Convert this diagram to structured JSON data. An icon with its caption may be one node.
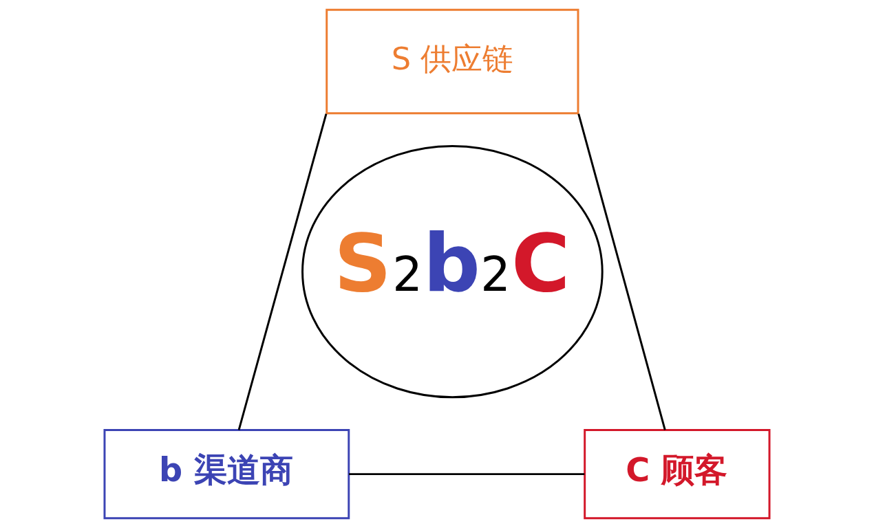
{
  "diagram": {
    "nodes": [
      {
        "text": [
          "S 供应链"
        ]
      },
      {
        "text": [
          "S$_{2}$b$_{2}$C"
        ]
      },
      {
        "text": [
          "b 渠道商"
        ]
      },
      {
        "text": [
          "C 顾客"
        ]
      }
    ],
    "edges": [
      {
        "from": 0,
        "to": 2,
        "arrow": "none"
      },
      {
        "from": 0,
        "to": 3,
        "arrow": "none"
      },
      {
        "from": 2,
        "to": 3,
        "arrow": "none"
      }
    ]
  }
}
